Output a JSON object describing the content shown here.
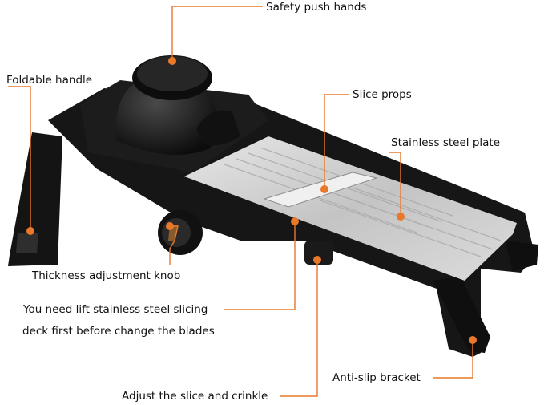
{
  "labels": {
    "safety_push_hands": "Safety push hands",
    "foldable_handle": "Foldable handle",
    "slice_props": "Slice props",
    "stainless_steel_plate": "Stainless steel plate",
    "thickness_adjustment_knob": "Thickness adjustment knob",
    "lift_deck_line1": "You need lift stainless steel slicing",
    "lift_deck_line2": "deck first before change the blades",
    "anti_slip_bracket": "Anti-slip bracket",
    "adjust_slice_crinkle": "Adjust the slice and crinkle"
  },
  "colors": {
    "accent": "#e8782a",
    "body": "#1a1a1a",
    "steel": "#c9c9c9",
    "text": "#111111"
  }
}
